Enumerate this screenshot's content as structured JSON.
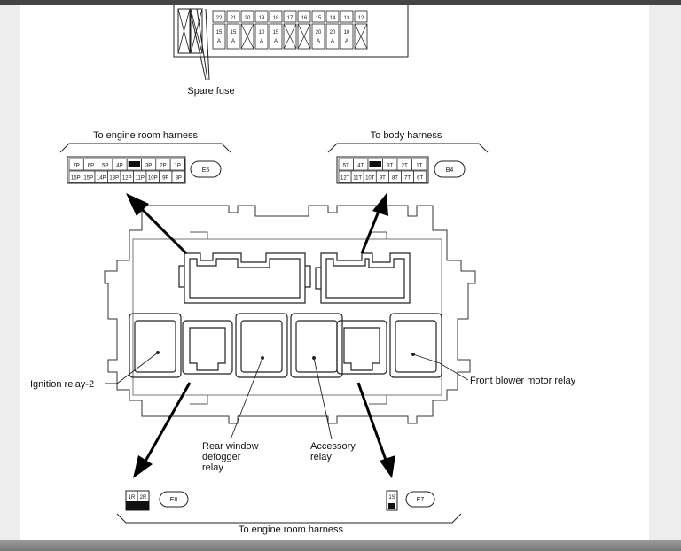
{
  "fuse_block": {
    "numbers": [
      "22",
      "21",
      "20",
      "19",
      "18",
      "17",
      "16",
      "15",
      "14",
      "13",
      "12"
    ],
    "ratings": [
      "15",
      "15",
      "",
      "10",
      "15",
      "",
      "",
      "20",
      "20",
      "10",
      ""
    ],
    "unit": "A",
    "spare_label": "Spare fuse"
  },
  "left_connector": {
    "title": "To engine room harness",
    "row1": [
      "7P",
      "6P",
      "5P",
      "4P",
      "",
      "3P",
      "2P",
      "1P"
    ],
    "row2": [
      "16P",
      "15P",
      "14P",
      "13P",
      "12P",
      "11P",
      "10P",
      "9P",
      "8P"
    ],
    "id": "E6"
  },
  "right_connector": {
    "title": "To body harness",
    "row1": [
      "5T",
      "4T",
      "",
      "3T",
      "2T",
      "1T"
    ],
    "row2": [
      "12T",
      "11T",
      "10T",
      "9T",
      "8T",
      "7T",
      "6T"
    ],
    "id": "B4"
  },
  "bottom_left_connector": {
    "pins": [
      "1R",
      "2R"
    ],
    "id": "E8"
  },
  "bottom_right_connector": {
    "pins": [
      "1S"
    ],
    "id": "E7"
  },
  "bottom_title": "To engine room harness",
  "relays": {
    "ignition": "Ignition relay-2",
    "rear_window": [
      "Rear window",
      "defogger",
      "relay"
    ],
    "accessory": [
      "Accessory",
      "relay"
    ],
    "front_blower": "Front blower motor relay"
  }
}
